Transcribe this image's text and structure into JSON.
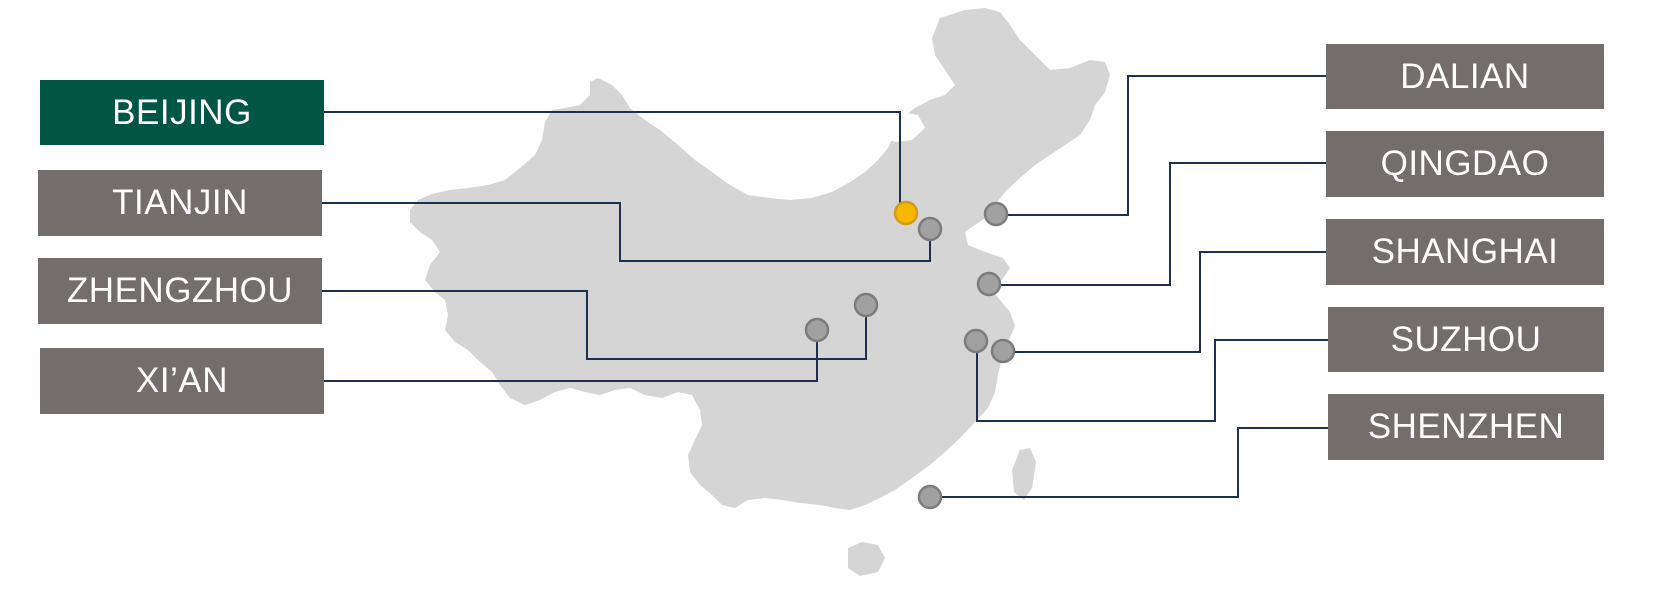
{
  "colors": {
    "land": "#d6d5d6",
    "label_default": "#736d6b",
    "label_active": "#005545",
    "leader_line": "#1f2f4f",
    "marker_default": "#a1a1a1",
    "marker_active": "#f9b800",
    "label_text": "#ffffff"
  },
  "map": {
    "region": "china",
    "icon": "china-map-silhouette"
  },
  "cities": [
    {
      "id": "beijing",
      "label": "BEIJING",
      "active": true
    },
    {
      "id": "tianjin",
      "label": "TIANJIN",
      "active": false
    },
    {
      "id": "zhengzhou",
      "label": "ZHENGZHOU",
      "active": false
    },
    {
      "id": "xian",
      "label": "XI’AN",
      "active": false
    },
    {
      "id": "dalian",
      "label": "DALIAN",
      "active": false
    },
    {
      "id": "qingdao",
      "label": "QINGDAO",
      "active": false
    },
    {
      "id": "shanghai",
      "label": "SHANGHAI",
      "active": false
    },
    {
      "id": "suzhou",
      "label": "SUZHOU",
      "active": false
    },
    {
      "id": "shenzhen",
      "label": "SHENZHEN",
      "active": false
    }
  ]
}
